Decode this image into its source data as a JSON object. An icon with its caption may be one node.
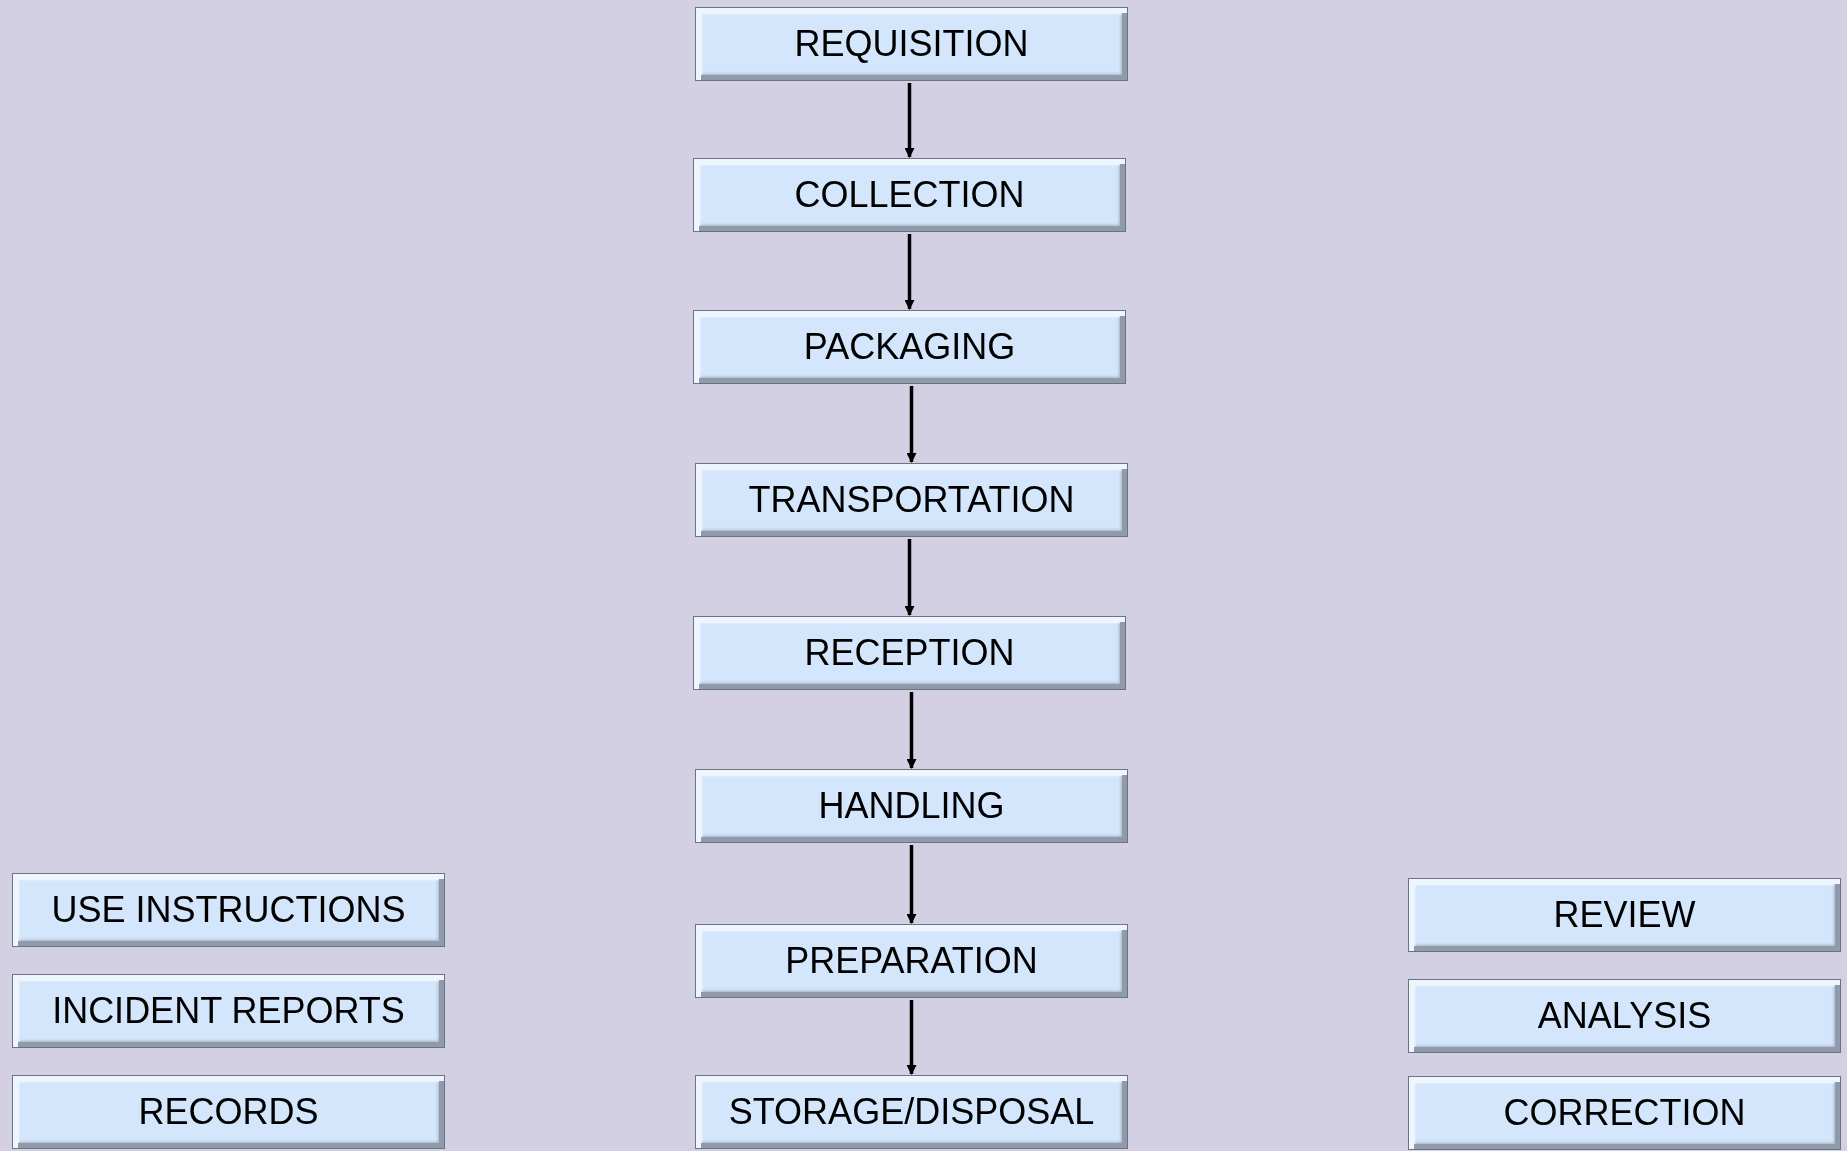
{
  "diagram": {
    "nodes": [
      {
        "text": [
          "REQUISITION"
        ]
      },
      {
        "text": [
          "COLLECTION"
        ]
      },
      {
        "text": [
          "PACKAGING"
        ]
      },
      {
        "text": [
          "TRANSPORTATION"
        ]
      },
      {
        "text": [
          "RECEPTION"
        ]
      },
      {
        "text": [
          "HANDLING"
        ]
      },
      {
        "text": [
          "PREPARATION"
        ]
      },
      {
        "text": [
          "STORAGE/DISPOSAL"
        ]
      },
      {
        "text": [
          "USE INSTRUCTIONS"
        ]
      },
      {
        "text": [
          "INCIDENT REPORTS"
        ]
      },
      {
        "text": [
          "RECORDS"
        ]
      },
      {
        "text": [
          "REVIEW"
        ]
      },
      {
        "text": [
          "ANALYSIS"
        ]
      },
      {
        "text": [
          "CORRECTION"
        ]
      }
    ],
    "edges": [
      {
        "from": 0,
        "to": 1,
        "arrow": "to"
      },
      {
        "from": 1,
        "to": 2,
        "arrow": "to"
      },
      {
        "from": 2,
        "to": 3,
        "arrow": "to"
      },
      {
        "from": 3,
        "to": 4,
        "arrow": "to"
      },
      {
        "from": 4,
        "to": 5,
        "arrow": "to"
      },
      {
        "from": 5,
        "to": 6,
        "arrow": "to"
      },
      {
        "from": 6,
        "to": 7,
        "arrow": "to"
      }
    ]
  }
}
